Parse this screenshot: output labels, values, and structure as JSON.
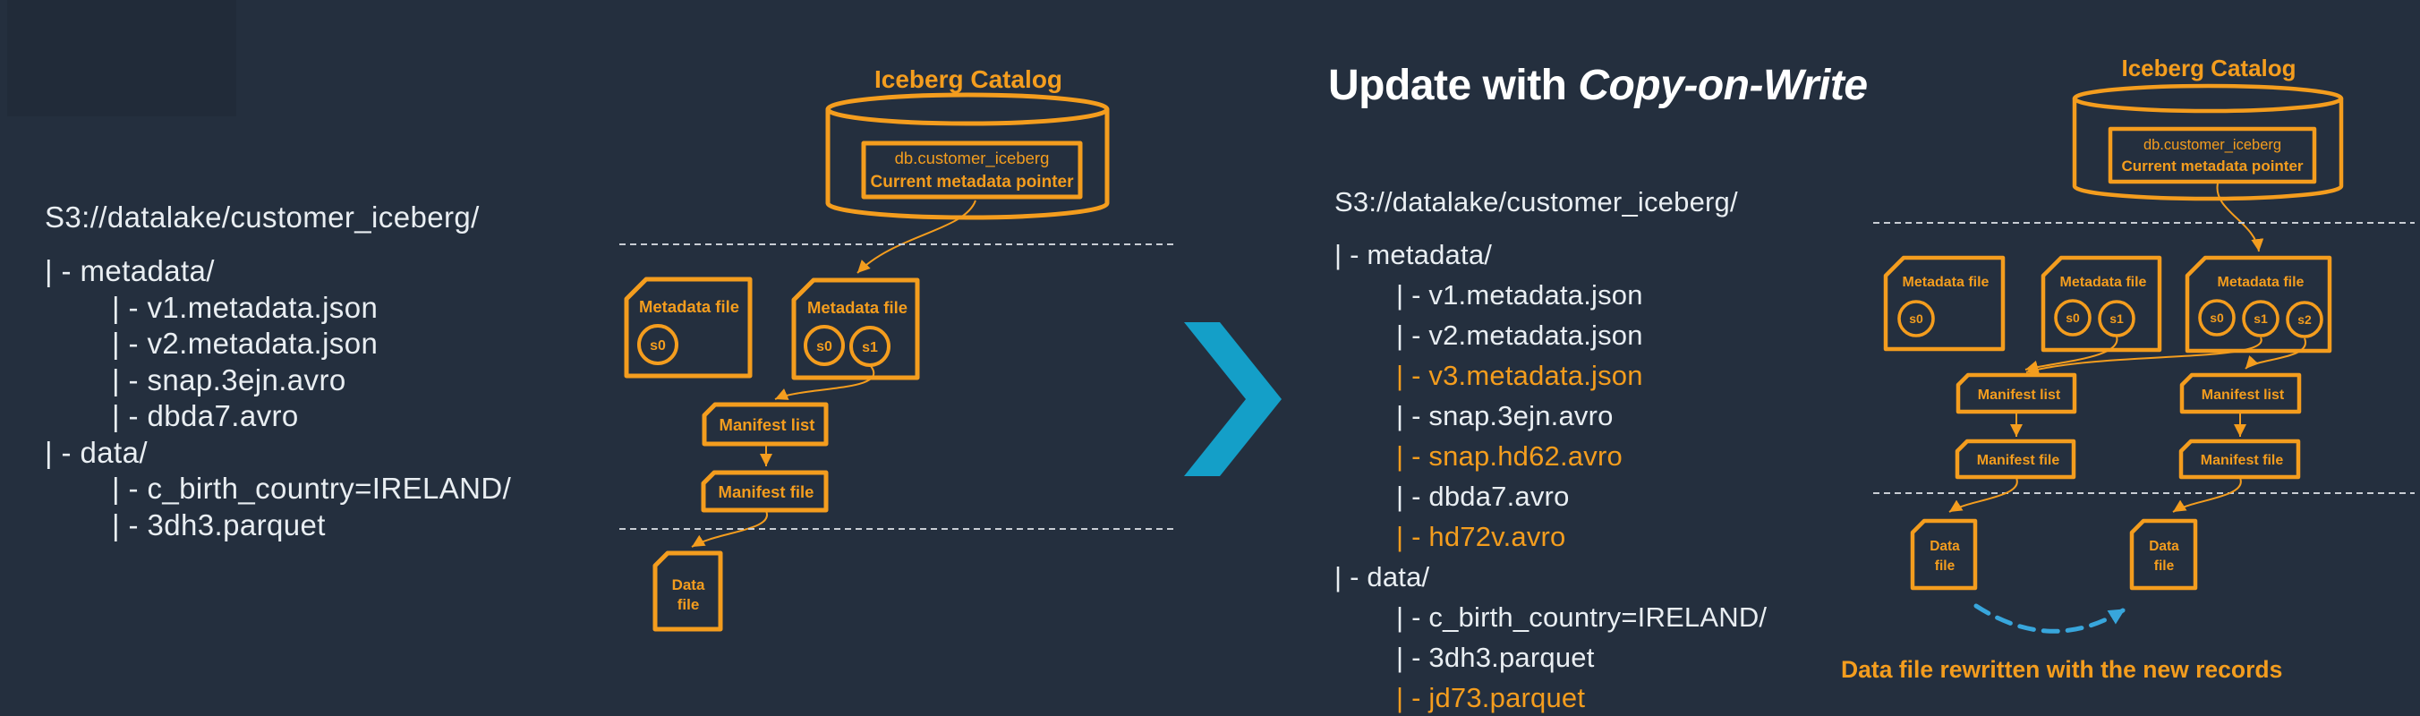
{
  "colors": {
    "background": "#242F3E",
    "orange": "#F49D1E",
    "white_text": "#E9EEF2",
    "title_white": "#FFFFFF",
    "chevron_blue": "#149FC8",
    "arc_blue": "#38A6DC",
    "dashed_line": "#C8CDD4"
  },
  "left_tree": {
    "title": "S3://datalake/customer_iceberg/",
    "items": [
      {
        "label": "| - metadata/",
        "indent": 0,
        "highlight": false
      },
      {
        "label": "| - v1.metadata.json",
        "indent": 1,
        "highlight": false
      },
      {
        "label": "| - v2.metadata.json",
        "indent": 1,
        "highlight": false
      },
      {
        "label": "| - snap.3ejn.avro",
        "indent": 1,
        "highlight": false
      },
      {
        "label": "| - dbda7.avro",
        "indent": 1,
        "highlight": false
      },
      {
        "label": "| - data/",
        "indent": 0,
        "highlight": false
      },
      {
        "label": "| - c_birth_country=IRELAND/",
        "indent": 1,
        "highlight": false
      },
      {
        "label": "| - 3dh3.parquet",
        "indent": 1,
        "highlight": false
      }
    ]
  },
  "update_title": {
    "regular": "Update with ",
    "italic": "Copy-on-Write"
  },
  "right_tree": {
    "title": "S3://datalake/customer_iceberg/",
    "items": [
      {
        "label": "| - metadata/",
        "indent": 0,
        "highlight": false
      },
      {
        "label": "| - v1.metadata.json",
        "indent": 1,
        "highlight": false
      },
      {
        "label": "| - v2.metadata.json",
        "indent": 1,
        "highlight": false
      },
      {
        "label": "| - v3.metadata.json",
        "indent": 1,
        "highlight": true
      },
      {
        "label": "| - snap.3ejn.avro",
        "indent": 1,
        "highlight": false
      },
      {
        "label": "| - snap.hd62.avro",
        "indent": 1,
        "highlight": true
      },
      {
        "label": "| - dbda7.avro",
        "indent": 1,
        "highlight": false
      },
      {
        "label": "| - hd72v.avro",
        "indent": 1,
        "highlight": true
      },
      {
        "label": "| - data/",
        "indent": 0,
        "highlight": false
      },
      {
        "label": "| - c_birth_country=IRELAND/",
        "indent": 1,
        "highlight": false
      },
      {
        "label": "| - 3dh3.parquet",
        "indent": 1,
        "highlight": false
      },
      {
        "label": "| - jd73.parquet",
        "indent": 1,
        "highlight": true
      }
    ]
  },
  "diagram_left": {
    "title": "Iceberg Catalog",
    "db_name": "db.customer_iceberg",
    "pointer_label": "Current metadata pointer",
    "metadata_file_label": "Metadata file",
    "manifest_list_label": "Manifest list",
    "manifest_file_label": "Manifest file",
    "data_file_line1": "Data",
    "data_file_line2": "file",
    "box1_snapshots": [
      "s0"
    ],
    "box2_snapshots": [
      "s0",
      "s1"
    ]
  },
  "diagram_right": {
    "title": "Iceberg Catalog",
    "db_name": "db.customer_iceberg",
    "pointer_label": "Current metadata pointer",
    "metadata_file_label": "Metadata file",
    "manifest_list_label": "Manifest list",
    "manifest_file_label": "Manifest file",
    "data_file_line1": "Data",
    "data_file_line2": "file",
    "box1_snapshots": [
      "s0"
    ],
    "box2_snapshots": [
      "s0",
      "s1"
    ],
    "box3_snapshots": [
      "s0",
      "s1",
      "s2"
    ],
    "caption": "Data file rewritten with the new records"
  }
}
